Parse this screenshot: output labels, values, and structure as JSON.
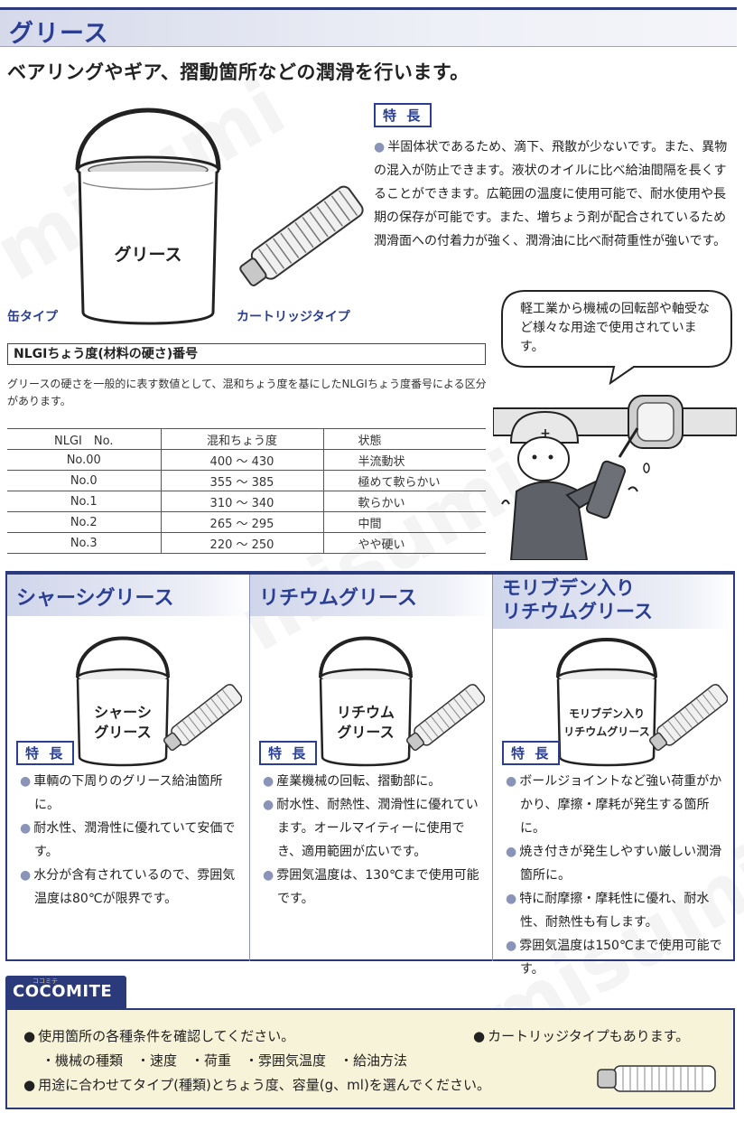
{
  "header": {
    "title": "グリース"
  },
  "lead": "ベアリングやギア、摺動箇所などの潤滑を行います。",
  "top": {
    "feature_tag": "特 長",
    "features_text": "半固体状であるため、滴下、飛散が少ないです。また、異物の混入が防止できます。液状のオイルに比べ給油間隔を長くすることができます。広範囲の温度に使用可能で、耐水使用や長期の保存が可能です。また、増ちょう剤が配合されているため潤滑面への付着力が強く、潤滑油に比べ耐荷重性が強いです。",
    "can_text": "グリース",
    "can_caption": "缶タイプ",
    "cartridge_caption": "カートリッジタイプ",
    "speech": "軽工業から機械の回転部や軸受など様々な用途で使用されています。"
  },
  "nlgi": {
    "heading": "NLGIちょう度(材料の硬さ)番号",
    "description": "グリースの硬さを一般的に表す数値として、混和ちょう度を基にしたNLGIちょう度番号による区分があります。",
    "columns": [
      "NLGI　No.",
      "混和ちょう度",
      "状態"
    ],
    "rows": [
      [
        "No.00",
        "400 ～ 430",
        "半流動状"
      ],
      [
        "No.0",
        "355 ～ 385",
        "極めて軟らかい"
      ],
      [
        "No.1",
        "310 ～ 340",
        "軟らかい"
      ],
      [
        "No.2",
        "265 ～ 295",
        "中間"
      ],
      [
        "No.3",
        "220 ～ 250",
        "やや硬い"
      ]
    ]
  },
  "types": [
    {
      "title": "シャーシグリース",
      "can_lines": [
        "シャーシ",
        "グリース"
      ],
      "feature_tag": "特 長",
      "points": [
        "車輌の下周りのグリース給油箇所に。",
        "耐水性、潤滑性に優れていて安価です。",
        "水分が含有されているので、雰囲気温度は80℃が限界です。"
      ]
    },
    {
      "title": "リチウムグリース",
      "can_lines": [
        "リチウム",
        "グリース"
      ],
      "feature_tag": "特 長",
      "points": [
        "産業機械の回転、摺動部に。",
        "耐水性、耐熱性、潤滑性に優れています。オールマイティーに使用でき、適用範囲が広いです。",
        "雰囲気温度は、130℃まで使用可能です。"
      ]
    },
    {
      "title_lines": [
        "モリブデン入り",
        "リチウムグリース"
      ],
      "can_lines": [
        "モリブデン入り",
        "リチウムグリース"
      ],
      "feature_tag": "特 長",
      "points": [
        "ボールジョイントなど強い荷重がかかり、摩擦・摩耗が発生する箇所に。",
        "焼き付きが発生しやすい厳しい潤滑箇所に。",
        "特に耐摩擦・摩耗性に優れ、耐水性、耐熱性も有します。",
        "雰囲気温度は150℃まで使用可能です。"
      ]
    }
  ],
  "cocomite": {
    "logo": "COCOMITE",
    "logo_small": "ココミテ",
    "line1": "使用箇所の各種条件を確認してください。",
    "line1_right": "カートリッジタイプもあります。",
    "line2": "・機械の種類　・速度　・荷重　・雰囲気温度　・給油方法",
    "line3": "用途に合わせてタイプ(種類)とちょう度、容量(g、ml)を選んでください。"
  },
  "watermark": "misumi",
  "colors": {
    "accent": "#2a3f94",
    "panel_border": "#2b3a7a",
    "note_bg": "#f7f3d8"
  }
}
